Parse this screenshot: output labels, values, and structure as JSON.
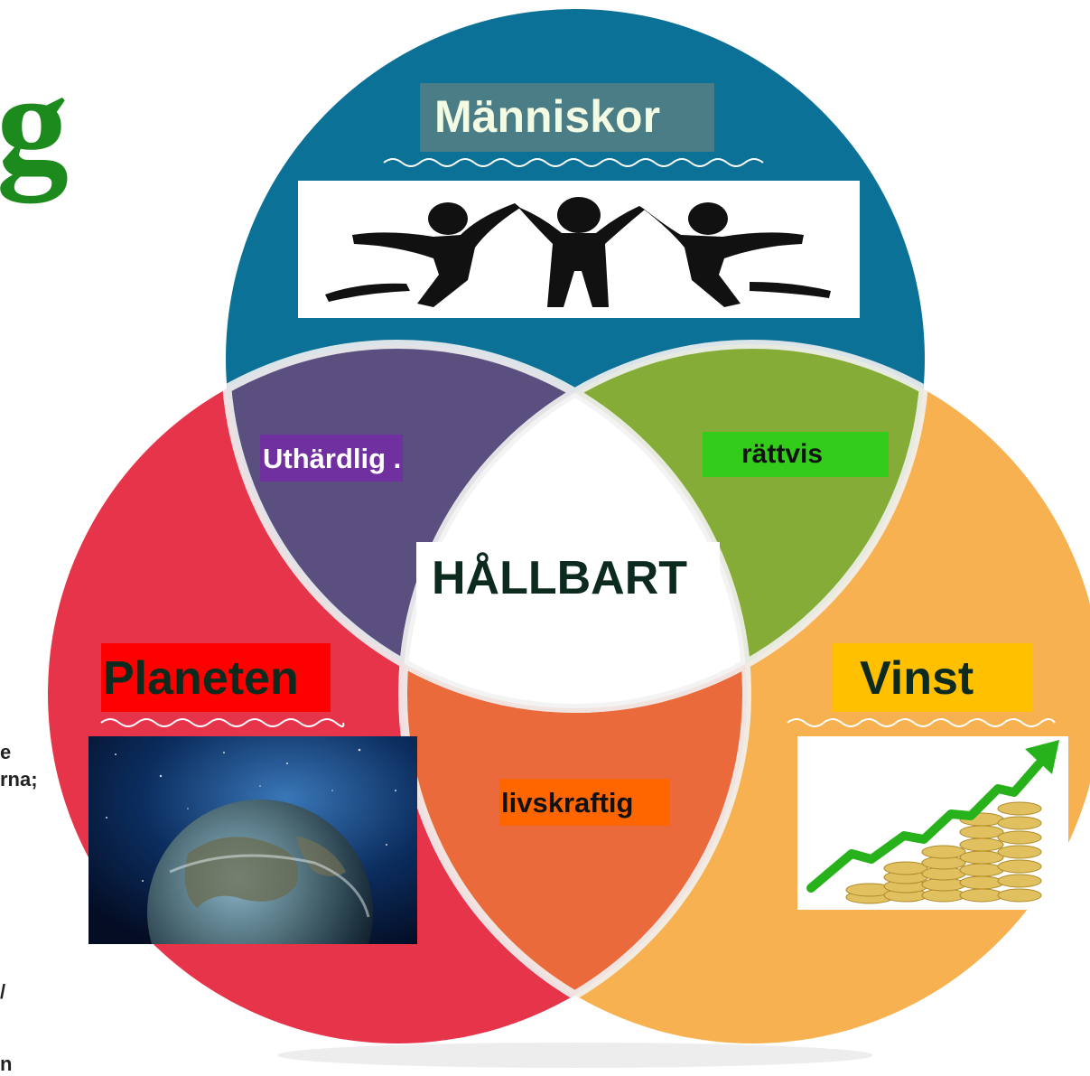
{
  "partial_heading": "g",
  "left_fragments": [
    "e",
    "rna;",
    "/",
    "n"
  ],
  "circles": {
    "top": {
      "title": "Människor",
      "color": "#0c7196",
      "title_bg": "#4a7d86",
      "title_color": "#f3fbe3",
      "image": "people-holding-hands-silhouette"
    },
    "left": {
      "title": "Planeten",
      "color": "#e6354a",
      "title_bg": "#ff0000",
      "title_color": "#0d2a1f",
      "image": "earth-from-space"
    },
    "right": {
      "title": "Vinst",
      "color": "#f8b150",
      "title_bg": "#ffc000",
      "title_color": "#0d2a1f",
      "image": "rising-arrow-coin-stacks"
    }
  },
  "overlaps": {
    "top_left": {
      "label": "Uthärdlig",
      "suffix": " .",
      "color": "#5b4f80",
      "label_bg": "#7030a0",
      "label_color": "#ffffff"
    },
    "top_right": {
      "label": "rättvis",
      "color": "#86ac38",
      "label_bg": "#33cc1a",
      "label_color": "#111111"
    },
    "bottom": {
      "label": "livskraftig",
      "color": "#ea6a3c",
      "label_bg": "#ff6600",
      "label_color": "#111111"
    }
  },
  "center": {
    "label": "HÅLLBART",
    "color": "#ffffff",
    "label_color": "#0d2a1f"
  }
}
